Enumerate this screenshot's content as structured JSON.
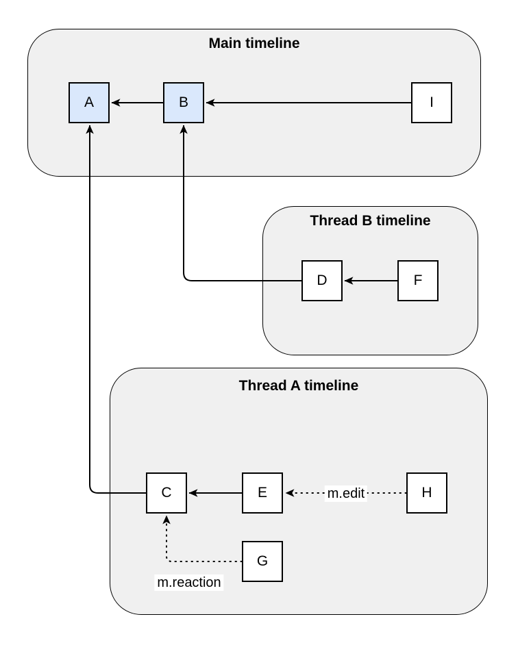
{
  "diagram": {
    "type": "matrix-event-dag-diagram",
    "background_color": "#ffffff",
    "colors": {
      "container_fill": "#f0f0f0",
      "container_border": "#000000",
      "node_fill": "#ffffff",
      "node_fill_highlighted": "#dae8fc",
      "node_border": "#000000",
      "edge_color": "#000000",
      "edge_label_background": "#ffffff",
      "text_color": "#000000"
    },
    "containers": [
      {
        "id": "main",
        "title": "Main timeline",
        "nodes": [
          "A",
          "B",
          "I"
        ]
      },
      {
        "id": "thread-b",
        "title": "Thread B timeline",
        "nodes": [
          "D",
          "F"
        ]
      },
      {
        "id": "thread-a",
        "title": "Thread A timeline",
        "nodes": [
          "C",
          "E",
          "H",
          "G"
        ]
      }
    ],
    "nodes": [
      {
        "label": "A",
        "container": "main",
        "highlighted": true
      },
      {
        "label": "B",
        "container": "main",
        "highlighted": true
      },
      {
        "label": "I",
        "container": "main",
        "highlighted": false
      },
      {
        "label": "D",
        "container": "thread-b",
        "highlighted": false
      },
      {
        "label": "F",
        "container": "thread-b",
        "highlighted": false
      },
      {
        "label": "C",
        "container": "thread-a",
        "highlighted": false
      },
      {
        "label": "E",
        "container": "thread-a",
        "highlighted": false
      },
      {
        "label": "H",
        "container": "thread-a",
        "highlighted": false
      },
      {
        "label": "G",
        "container": "thread-a",
        "highlighted": false
      }
    ],
    "edges": [
      {
        "from": "B",
        "to": "A",
        "style": "solid",
        "label": ""
      },
      {
        "from": "I",
        "to": "B",
        "style": "solid",
        "label": ""
      },
      {
        "from": "F",
        "to": "D",
        "style": "solid",
        "label": ""
      },
      {
        "from": "D",
        "to": "B",
        "style": "solid",
        "label": ""
      },
      {
        "from": "C",
        "to": "A",
        "style": "solid",
        "label": ""
      },
      {
        "from": "E",
        "to": "C",
        "style": "solid",
        "label": ""
      },
      {
        "from": "H",
        "to": "E",
        "style": "dotted",
        "label": "m.edit"
      },
      {
        "from": "G",
        "to": "C",
        "style": "dotted",
        "label": "m.reaction"
      }
    ]
  }
}
